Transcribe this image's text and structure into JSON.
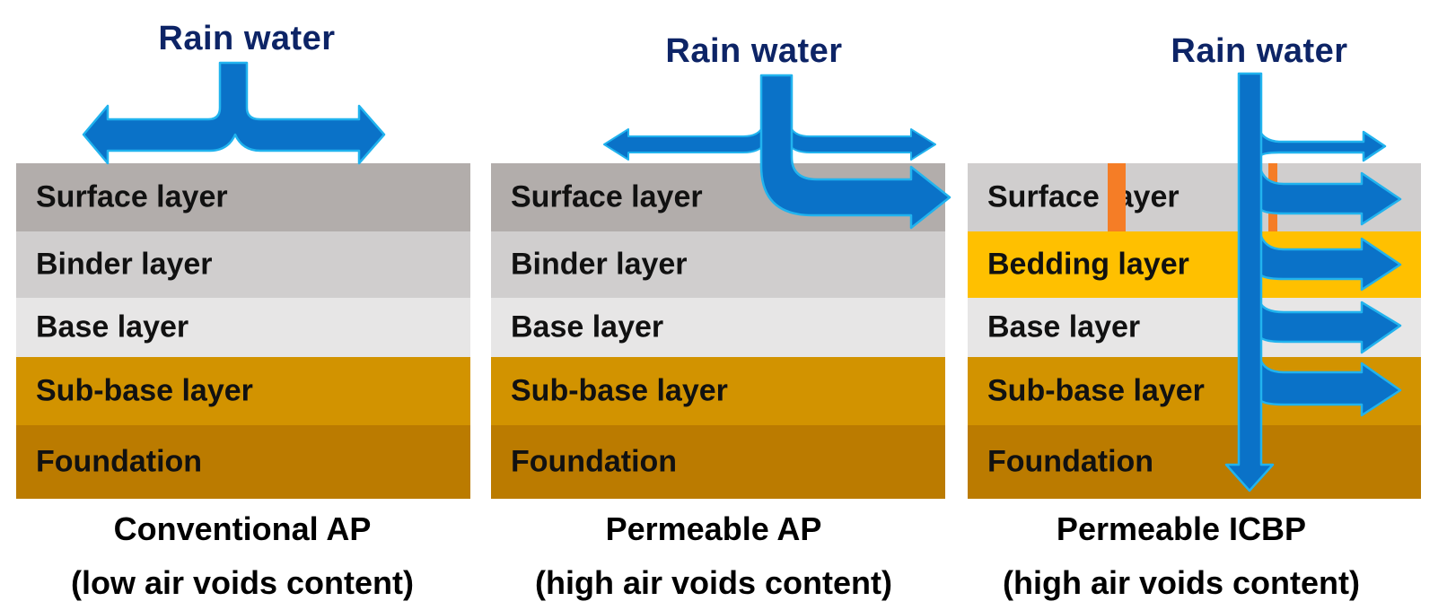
{
  "colors": {
    "title_text": "#0d2466",
    "arrow_fill": "#0a72c8",
    "arrow_stroke": "#21b3ee",
    "joint": "#f57d26",
    "surface_dark": "#b2adab",
    "binder": "#d0cece",
    "base": "#e7e6e6",
    "bedding": "#ffc000",
    "surface_light": "#d0cece",
    "subbase": "#d29300",
    "foundation": "#bb7b00"
  },
  "panels": [
    {
      "id": "conventional-ap",
      "rain_label": "Rain water",
      "layers": [
        {
          "name": "Surface layer",
          "color_key": "surface_dark"
        },
        {
          "name": "Binder layer",
          "color_key": "binder"
        },
        {
          "name": "Base layer",
          "color_key": "base"
        },
        {
          "name": "Sub-base layer",
          "color_key": "subbase"
        },
        {
          "name": "Foundation",
          "color_key": "foundation"
        }
      ],
      "caption_line1": "Conventional AP",
      "caption_line2": "(low air voids content)",
      "flow": "surface runoff both sides"
    },
    {
      "id": "permeable-ap",
      "rain_label": "Rain water",
      "layers": [
        {
          "name": "Surface layer",
          "color_key": "surface_dark"
        },
        {
          "name": "Binder layer",
          "color_key": "binder"
        },
        {
          "name": "Base layer",
          "color_key": "base"
        },
        {
          "name": "Sub-base layer",
          "color_key": "subbase"
        },
        {
          "name": "Foundation",
          "color_key": "foundation"
        }
      ],
      "caption_line1": "Permeable AP",
      "caption_line2": "(high air voids content)",
      "flow": "surface runoff plus lateral flow through surface layer"
    },
    {
      "id": "permeable-icbp",
      "rain_label": "Rain water",
      "layers": [
        {
          "name": "Surface layer",
          "color_key": "surface_light"
        },
        {
          "name": "Bedding layer",
          "color_key": "bedding"
        },
        {
          "name": "Base layer",
          "color_key": "base"
        },
        {
          "name": "Sub-base layer",
          "color_key": "subbase"
        },
        {
          "name": "Foundation",
          "color_key": "foundation"
        }
      ],
      "caption_line1": "Permeable ICBP",
      "caption_line2": "(high air voids content)",
      "flow": "infiltration through all layers into foundation with lateral flow in each layer"
    }
  ]
}
